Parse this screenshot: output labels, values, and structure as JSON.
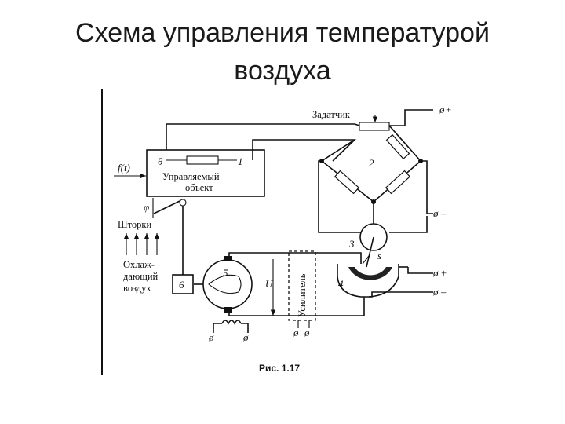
{
  "slide": {
    "title_line1": "Схема управления температурой",
    "title_line2": "воздуха"
  },
  "diagram": {
    "setter_label": "Задатчик",
    "plus_top": "+",
    "minus_top": "–",
    "plus_right": "+",
    "minus_right": "–",
    "theta": "θ",
    "n1": "1",
    "n2": "2",
    "n3": "3",
    "n4": "4",
    "n5": "5",
    "n6": "6",
    "ft": "f(t)",
    "object_line1": "Управляемый",
    "object_line2": "объект",
    "phi": "φ",
    "shutters": "Шторки",
    "cooling_line1": "Охлаж-",
    "cooling_line2": "дающий",
    "cooling_line3": "воздух",
    "u_label": "U",
    "s_label": "s",
    "amplifier": "Усилитель",
    "figure_caption": "Рис. 1.17"
  }
}
